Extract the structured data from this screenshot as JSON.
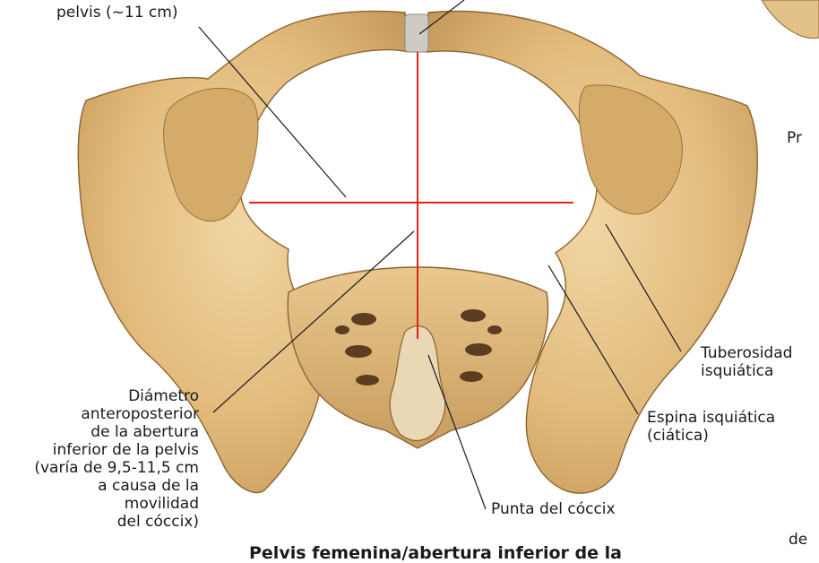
{
  "labels": {
    "top_left": "pelvis (~11 cm)",
    "right_edge_top": "Pr",
    "right_edge_bottom": "de",
    "tuberosity": [
      "Tuberosidad",
      "isquiática"
    ],
    "spine": [
      "Espina isquiática",
      "(ciática)"
    ],
    "coccyx_tip": "Punta del cóccix",
    "ap_diameter": [
      "Diámetro",
      "anteroposterior",
      "de la abertura",
      "inferior de la pelvis",
      "(varía de 9,5-11,5 cm",
      "a causa de la",
      "movilidad",
      "del cóccix)"
    ]
  },
  "caption": "Pelvis femenina/abertura inferior de la",
  "colors": {
    "bone": "#e7c48a",
    "bone_dark": "#b88a4d",
    "bone_shadow": "#8c6330",
    "measure_line": "#e2231a",
    "leader_line": "#1a1a1a"
  }
}
